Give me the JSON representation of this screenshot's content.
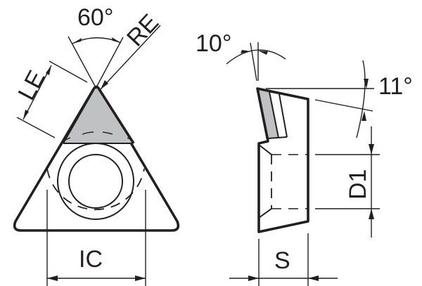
{
  "drawing": {
    "title": "Triangular insert dimension drawing",
    "colors": {
      "line": "#231f20",
      "shaded": "#c0c1c3",
      "background": "#ffffff"
    },
    "top_view": {
      "labels": {
        "angle": "60°",
        "corner_radius": "RE",
        "edge_length": "LE",
        "inscribed_circle": "IC"
      }
    },
    "side_view": {
      "labels": {
        "rake_angle": "10°",
        "clearance_angle": "11°",
        "hole_diameter": "D1",
        "thickness": "S"
      }
    }
  }
}
